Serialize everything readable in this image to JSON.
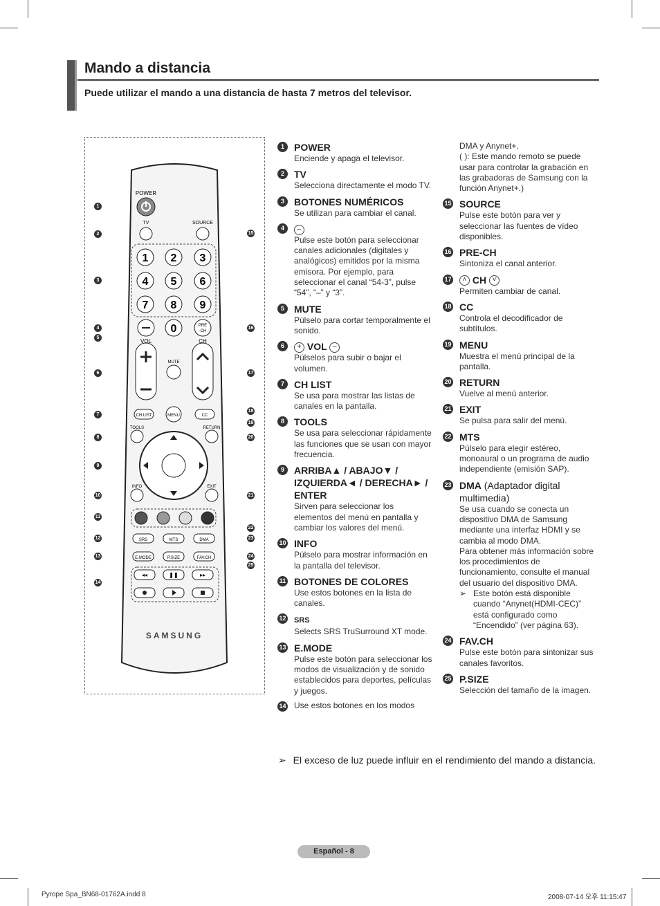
{
  "page": {
    "title": "Mando a distancia",
    "subtitle": "Puede utilizar el mando a una distancia de hasta 7 metros del televisor.",
    "note": "El exceso de luz puede influir en el rendimiento del mando a distancia.",
    "note_marker": "➢",
    "footer": "Español - 8",
    "slug_left": "Pyrope Spa_BN68-01762A.indd   8",
    "slug_right": "2008-07-14   오후 11:15:47"
  },
  "remote": {
    "brand": "SAMSUNG",
    "labels": {
      "power": "POWER",
      "tv": "TV",
      "source": "SOURCE",
      "vol": "VOL",
      "ch": "CH",
      "mute": "MUTE",
      "prech": "PRE\n-CH",
      "chlist": "CH LIST",
      "menu": "MENU",
      "cc": "CC",
      "tools": "TOOLS",
      "return": "RETURN",
      "info": "INFO",
      "exit": "EXIT",
      "srs": "SRS",
      "mts": "MTS",
      "dma": "DMA",
      "emode": "E.MODE",
      "psize": "P.SIZE",
      "favch": "FAV.CH"
    },
    "digits": [
      "1",
      "2",
      "3",
      "4",
      "5",
      "6",
      "7",
      "8",
      "9",
      "0"
    ],
    "color_buttons": [
      "#555555",
      "#999999",
      "#dddddd",
      "#333333"
    ]
  },
  "items_left": [
    {
      "n": "1",
      "head": "POWER",
      "desc": "Enciende y apaga el televisor."
    },
    {
      "n": "2",
      "head": "TV",
      "desc": "Selecciona directamente el modo TV."
    },
    {
      "n": "3",
      "head": "BOTONES NUMÉRICOS",
      "desc": "Se utilizan para cambiar el canal."
    },
    {
      "n": "4",
      "head": "",
      "desc": "Pulse este botón para seleccionar canales adicionales (digitales y analógicos) emitidos por la misma emisora. Por ejemplo, para seleccionar el canal “54-3”, pulse “54”, “–” y “3”."
    },
    {
      "n": "5",
      "head": "MUTE",
      "desc": "Púlselo para cortar temporalmente el sonido."
    },
    {
      "n": "6",
      "head": "VOL",
      "desc": "Púlselos para subir o bajar el volumen."
    },
    {
      "n": "7",
      "head": "CH LIST",
      "desc": "Se usa para mostrar las listas de canales en la pantalla."
    },
    {
      "n": "8",
      "head": "TOOLS",
      "desc": "Se usa para seleccionar rápidamente las funciones que se usan con mayor frecuencia."
    },
    {
      "n": "9",
      "head": "ARRIBA▲ / ABAJO▼ / IZQUIERDA◄ / DERECHA► / ENTER",
      "desc": "Sirven para seleccionar los elementos del menú en pantalla y cambiar los valores del menú."
    },
    {
      "n": "10",
      "head": "INFO",
      "desc": "Púlselo para mostrar información en la pantalla del televisor."
    },
    {
      "n": "11",
      "head": "BOTONES DE COLORES",
      "desc": "Use estos botones en la lista de canales."
    },
    {
      "n": "12",
      "head": "SRS",
      "desc": "Selects SRS TruSurround XT mode."
    },
    {
      "n": "13",
      "head": "E.MODE",
      "desc": "Pulse este botón para seleccionar los modos de visualización y de sonido establecidos para deportes, películas y juegos."
    },
    {
      "n": "14",
      "head": "",
      "desc": "Use estos botones en los modos"
    }
  ],
  "items_right": [
    {
      "n": "",
      "head": "",
      "desc": "DMA y Anynet+.\n(   ): Este mando remoto se puede usar para controlar la grabación en las grabadoras de Samsung con la función Anynet+.)"
    },
    {
      "n": "15",
      "head": "SOURCE",
      "desc": "Pulse este botón para ver y seleccionar las fuentes de vídeo disponibles."
    },
    {
      "n": "16",
      "head": "PRE-CH",
      "desc": "Sintoniza el canal anterior."
    },
    {
      "n": "17",
      "head": "CH",
      "desc": "Permiten cambiar de canal."
    },
    {
      "n": "18",
      "head": "CC",
      "desc": "Controla el decodificador de subtítulos."
    },
    {
      "n": "19",
      "head": "MENU",
      "desc": "Muestra el menú principal de la pantalla."
    },
    {
      "n": "20",
      "head": "RETURN",
      "desc": "Vuelve al menú anterior."
    },
    {
      "n": "21",
      "head": "EXIT",
      "desc": "Se pulsa para salir del menú."
    },
    {
      "n": "22",
      "head": "MTS",
      "desc": "Púlselo para elegir estéreo, monoaural o un programa de audio independiente (emisión SAP)."
    },
    {
      "n": "23",
      "head": "DMA",
      "head_extra": "(Adaptador digital multimedia)",
      "desc": "Se usa cuando se conecta un dispositivo DMA de Samsung mediante una interfaz HDMI y se cambia al modo DMA.\nPara obtener más información sobre los procedimientos de funcionamiento, consulte el manual del usuario del dispositivo DMA.",
      "subnote": "Este botón está disponible cuando “Anynet(HDMI-CEC)” está configurado como “Encendido” (ver página 63)."
    },
    {
      "n": "24",
      "head": "FAV.CH",
      "desc": "Pulse este botón para sintonizar sus canales favoritos."
    },
    {
      "n": "25",
      "head": "P.SIZE",
      "desc": "Selección del tamaño de la imagen."
    }
  ]
}
